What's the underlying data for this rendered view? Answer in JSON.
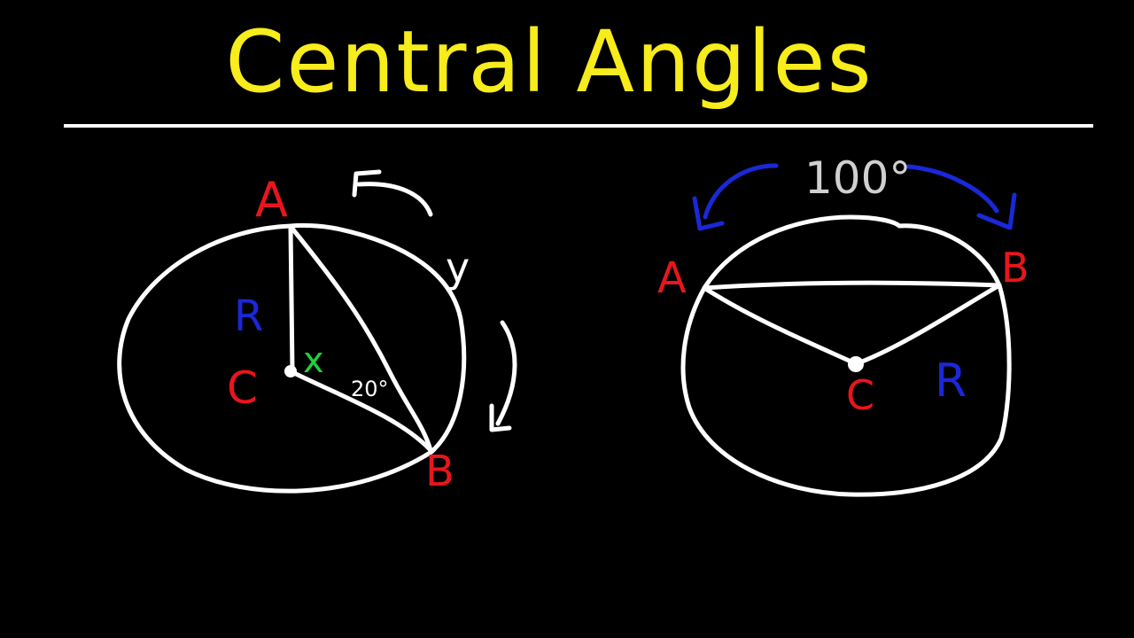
{
  "title": "Central Angles",
  "colors": {
    "background": "#000000",
    "title": "#f7ec1c",
    "stroke": "#ffffff",
    "point_label": "#e8161b",
    "radius_label": "#1a28d8",
    "angle_label": "#22d13a",
    "arc_label": "#d0d0d0",
    "arc_arrows_left": "#ffffff",
    "arc_arrows_right": "#1a28d8"
  },
  "left_diagram": {
    "labels": {
      "point_a": "A",
      "point_b": "B",
      "center": "C",
      "radius": "R",
      "central_angle": "x",
      "base_angle": "20°",
      "arc": "y"
    }
  },
  "right_diagram": {
    "labels": {
      "point_a": "A",
      "point_b": "B",
      "center": "C",
      "radius": "R",
      "arc_measure": "100°"
    }
  }
}
